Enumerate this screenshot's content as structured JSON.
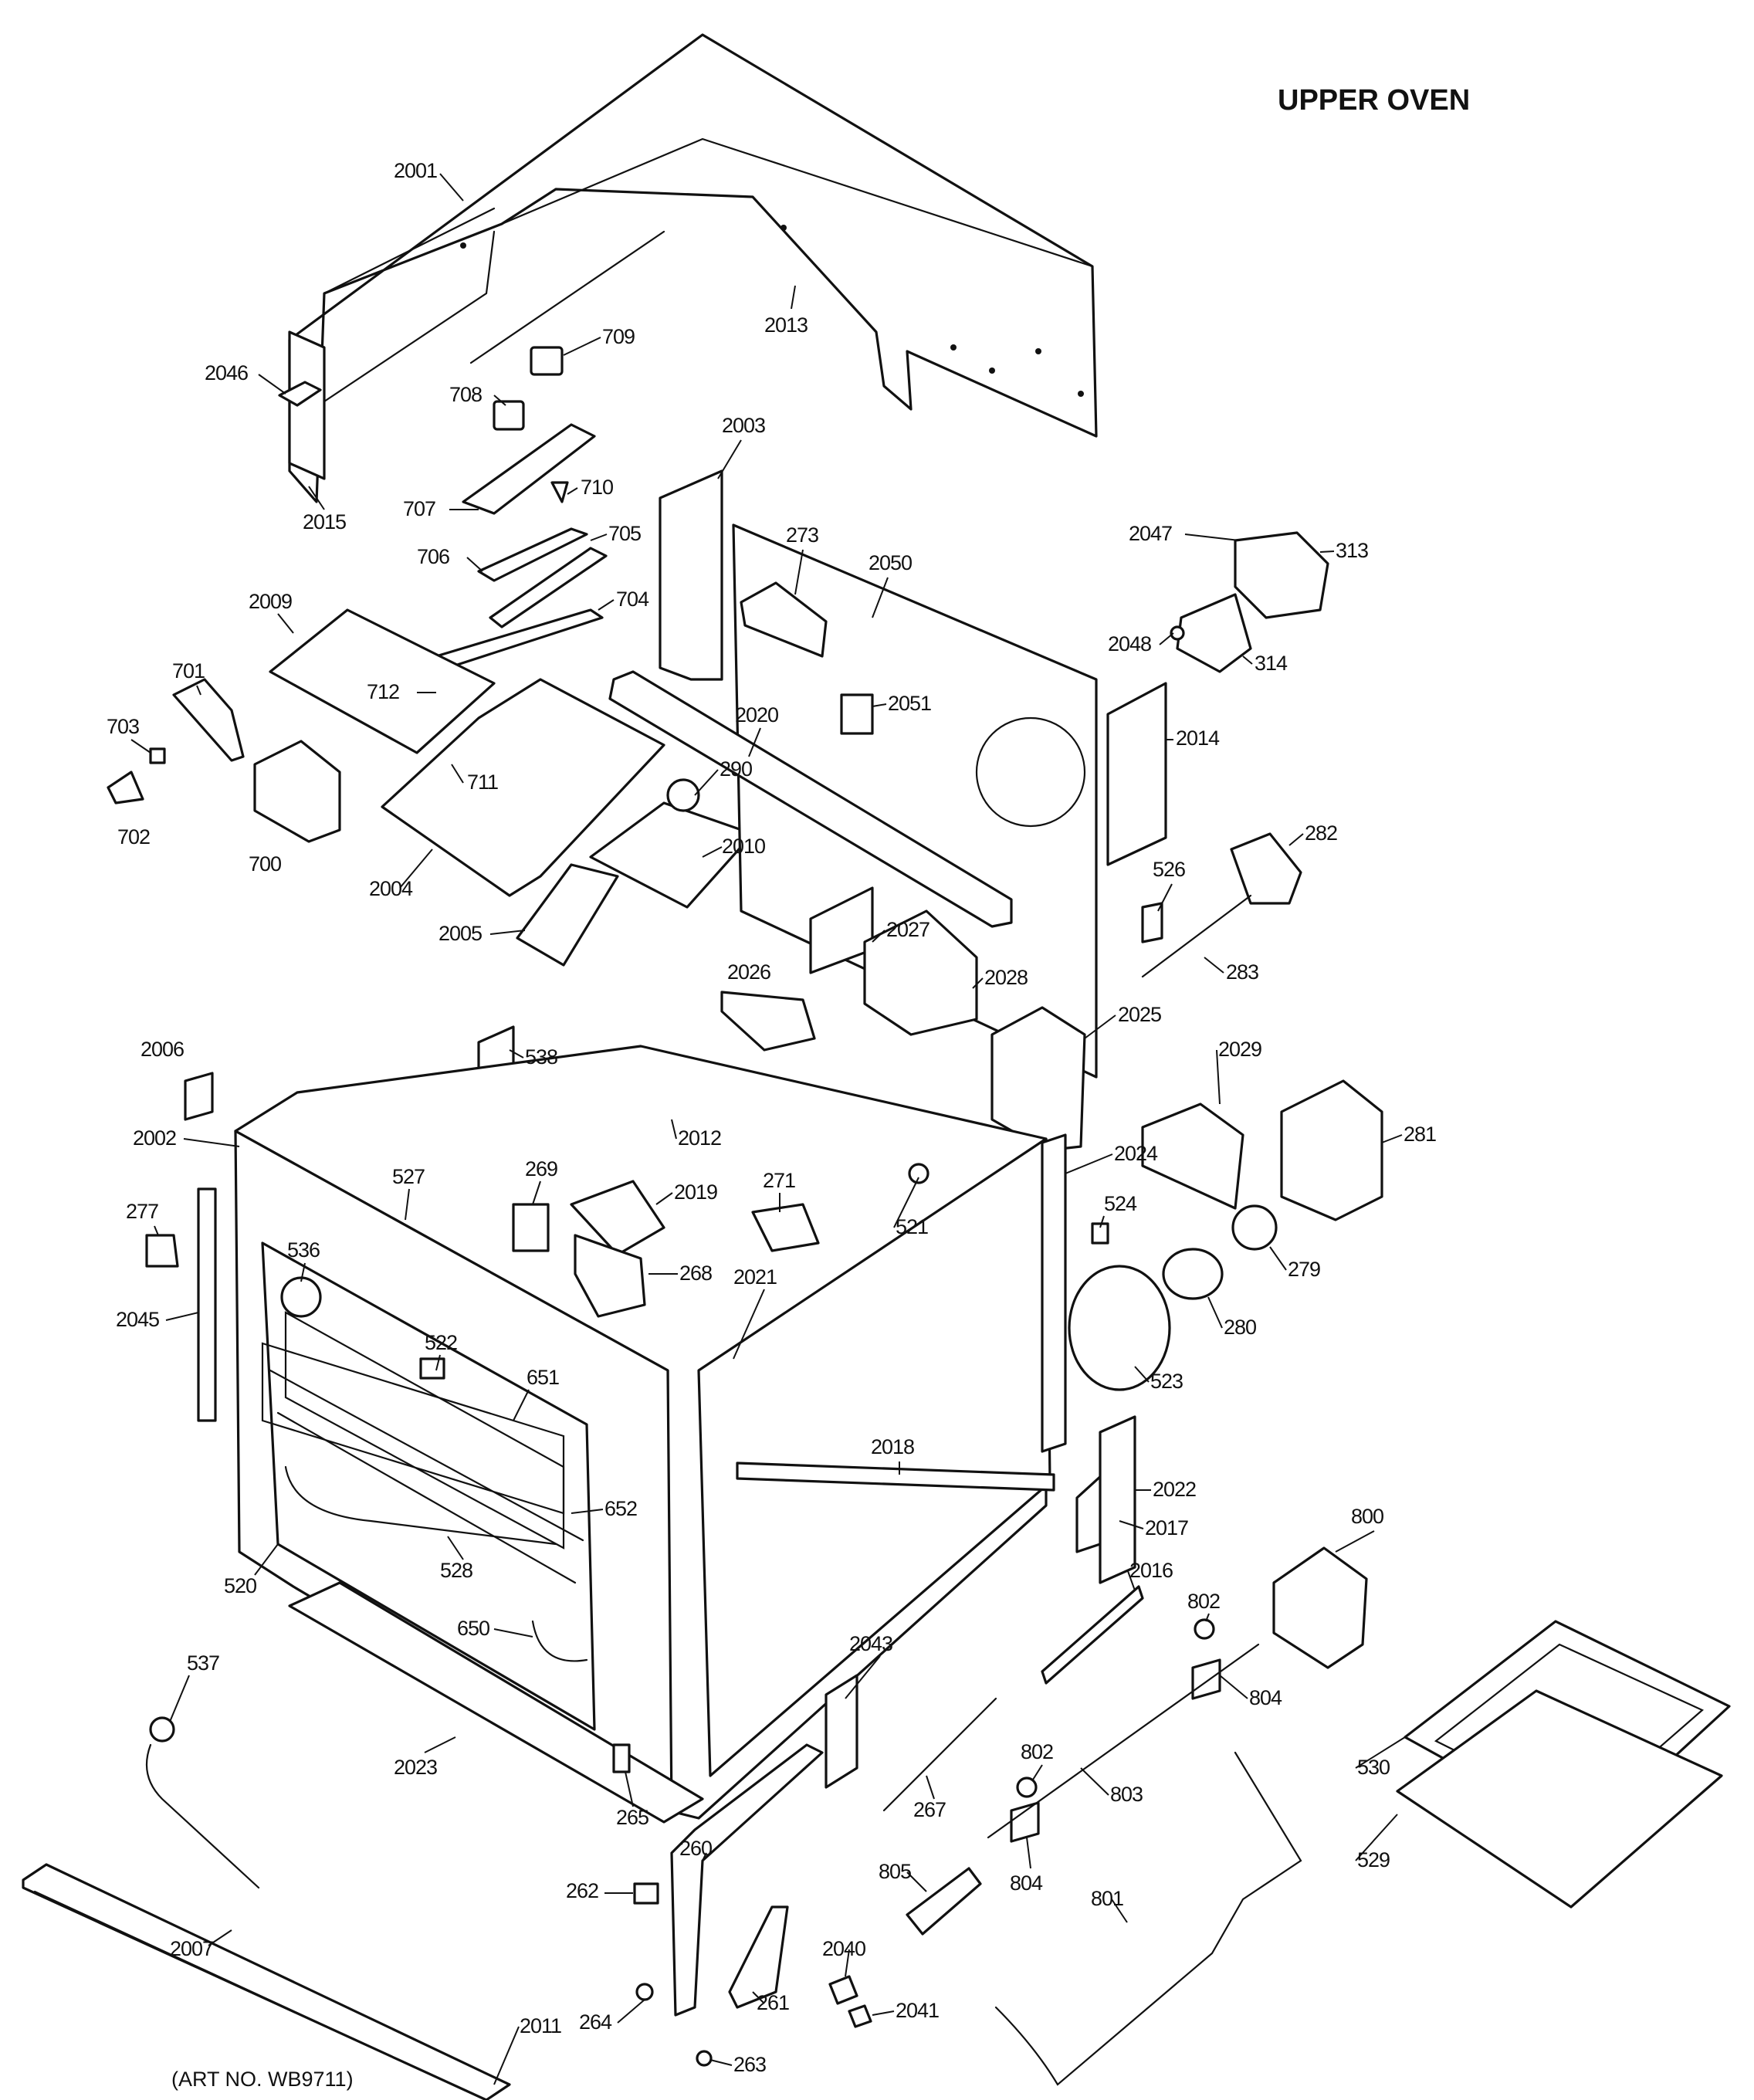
{
  "title": "UPPER OVEN",
  "art_number": "(ART NO. WB9711)",
  "callouts": [
    "2001",
    "2013",
    "2046",
    "709",
    "708",
    "707",
    "710",
    "2015",
    "2003",
    "273",
    "2050",
    "2047",
    "313",
    "706",
    "705",
    "704",
    "2009",
    "2048",
    "314",
    "712",
    "2051",
    "701",
    "703",
    "711",
    "2014",
    "2020",
    "290",
    "702",
    "700",
    "2010",
    "282",
    "2004",
    "526",
    "2005",
    "2027",
    "283",
    "2028",
    "2026",
    "2025",
    "2006",
    "538",
    "2029",
    "2012",
    "2002",
    "2024",
    "527",
    "269",
    "2019",
    "281",
    "271",
    "277",
    "536",
    "524",
    "268",
    "521",
    "279",
    "2021",
    "2045",
    "522",
    "280",
    "651",
    "523",
    "2018",
    "2022",
    "652",
    "2017",
    "800",
    "520",
    "528",
    "2016",
    "802",
    "650",
    "2043",
    "804",
    "537",
    "530",
    "267",
    "802",
    "2023",
    "803",
    "265",
    "260",
    "804",
    "529",
    "805",
    "262",
    "801",
    "2007",
    "2040",
    "261",
    "264",
    "2041",
    "2011",
    "263"
  ],
  "colors": {
    "ink": "#111111",
    "paper": "#ffffff"
  }
}
